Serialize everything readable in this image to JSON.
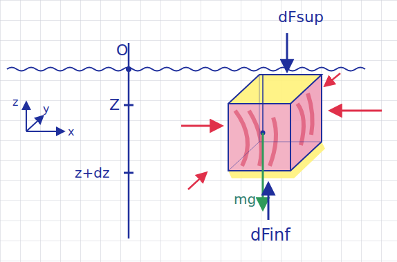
{
  "diagram": {
    "labels": [
      "dFsup",
      "O",
      "z",
      "y",
      "x",
      "Z",
      "z+dz",
      "mg",
      "dFinf"
    ]
  }
}
